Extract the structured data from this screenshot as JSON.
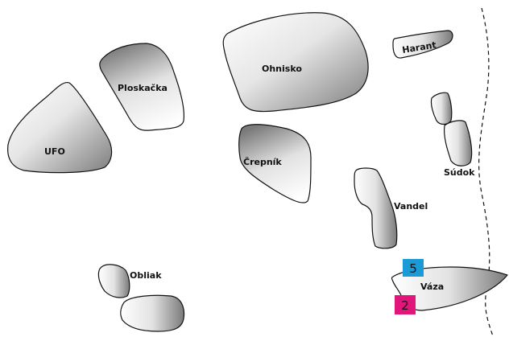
{
  "labels": {
    "ufo": "UFO",
    "ploskacka": "Ploskačka",
    "ohnisko": "Ohnisko",
    "harant": "Harant",
    "crepnik": "Črepník",
    "sudok": "Súdok",
    "vandel": "Vandel",
    "obliak": "Obliak",
    "vaza": "Váza"
  },
  "badges": [
    {
      "value": "5",
      "color": "#1a9ad6"
    },
    {
      "value": "2",
      "color": "#e0167a"
    }
  ],
  "colors": {
    "stone_light": "#ffffff",
    "stone_dark": "#8a8a8a",
    "outline": "#111111",
    "background": "#ffffff"
  }
}
